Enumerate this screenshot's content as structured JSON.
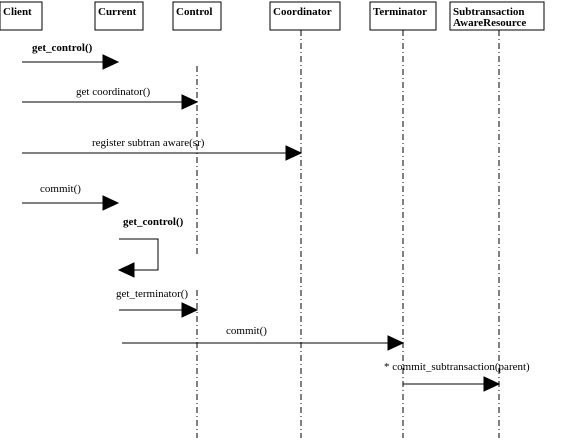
{
  "participants": [
    {
      "id": "client",
      "label": "Client"
    },
    {
      "id": "current",
      "label": "Current"
    },
    {
      "id": "control",
      "label": "Control"
    },
    {
      "id": "coordinator",
      "label": "Coordinator"
    },
    {
      "id": "terminator",
      "label": "Terminator"
    },
    {
      "id": "resource",
      "label_line1": "Subtransaction",
      "label_line2": "AwareResource"
    }
  ],
  "messages": [
    {
      "id": "m1",
      "label": "get_control()",
      "bold": true
    },
    {
      "id": "m2",
      "label": "get  coordinator()"
    },
    {
      "id": "m3",
      "label": "register  subtran  aware(sr)"
    },
    {
      "id": "m4",
      "label": "commit()"
    },
    {
      "id": "m5",
      "label": "get_control()",
      "bold": true
    },
    {
      "id": "m6",
      "label": "get_terminator()"
    },
    {
      "id": "m7",
      "label": "commit()"
    },
    {
      "id": "m8",
      "label": "* commit_subtransaction(parent)"
    }
  ]
}
